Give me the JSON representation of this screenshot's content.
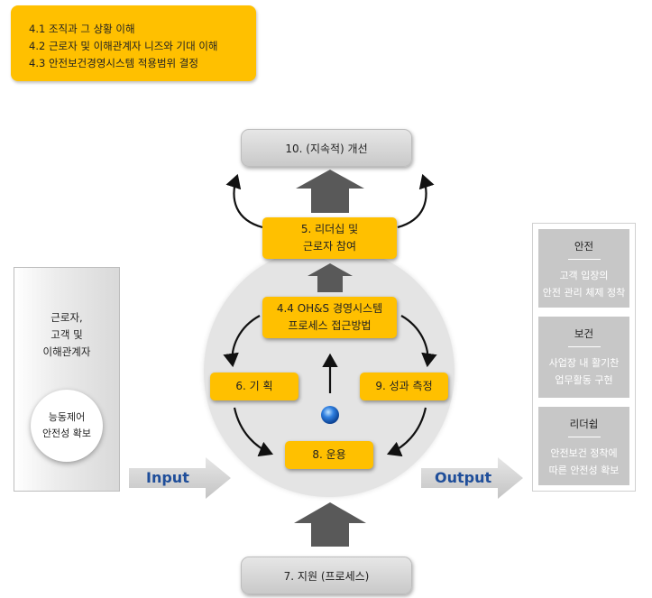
{
  "top_note": {
    "lines": [
      "4.1 조직과 그 상황 이해",
      "4.2 근로자 및 이해관계자 니즈와 기대 이해",
      "4.3 안전보건경영시스템 적용범위 결정"
    ]
  },
  "improvement": {
    "label": "10. (지속적) 개선"
  },
  "leadership": {
    "line1": "5. 리더십 및",
    "line2": "근로자 참여"
  },
  "process": {
    "line1": "4.4 OH&S 경영시스템",
    "line2": "프로세스 접근방법"
  },
  "planning": {
    "label": "6. 기 획"
  },
  "performance": {
    "label": "9. 성과 측정"
  },
  "operation": {
    "label": "8. 운용"
  },
  "support": {
    "label": "7. 지원 (프로세스)"
  },
  "left_panel": {
    "lines": [
      "근로자,",
      "고객 및",
      "이해관계자"
    ],
    "circle": [
      "능동제어",
      "안전성 확보"
    ]
  },
  "input_label": "Input",
  "output_label": "Output",
  "right_panel": [
    {
      "title": "안전",
      "desc": [
        "고객 입장의",
        "안전 관리 체제 정착"
      ]
    },
    {
      "title": "보건",
      "desc": [
        "사업장 내 활기찬",
        "업무활동 구현"
      ]
    },
    {
      "title": "리더쉽",
      "desc": [
        "안전보건 정착에",
        "따른 안전성 확보"
      ]
    }
  ],
  "colors": {
    "accent": "#FFC000",
    "arrow_gray": "#595959",
    "io_text": "#1f4e9a",
    "panel_gray": "#c7c7c7"
  }
}
